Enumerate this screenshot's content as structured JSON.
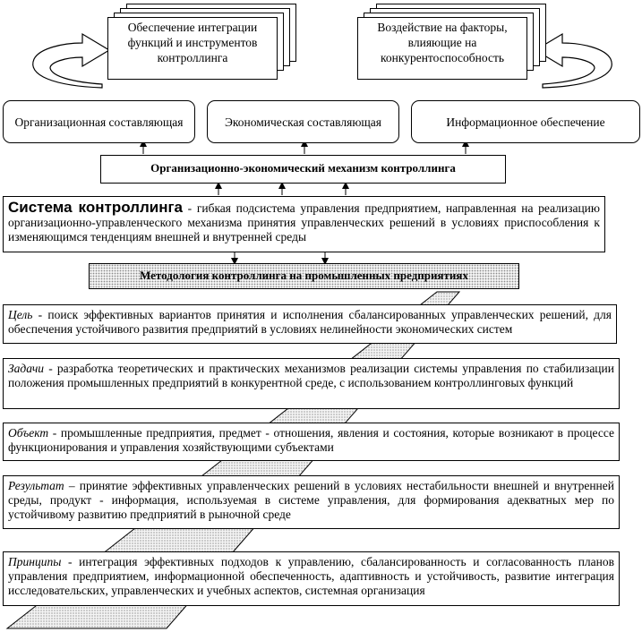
{
  "top_docs": [
    {
      "text": "Обеспечение интеграции функций и инструментов контроллинга"
    },
    {
      "text": "Воздействие на факторы, влияющие на конкурентоспособность"
    }
  ],
  "components": [
    {
      "label": "Организационная составляющая"
    },
    {
      "label": "Экономическая составляющая"
    },
    {
      "label": "Информационное обеспечение"
    }
  ],
  "mechanism": {
    "label": "Организационно-экономический механизм контроллинга"
  },
  "system": {
    "heading": "Система контроллинга",
    "text": " - гибкая подсистема управления предприятием, направленная на реализацию организационно-управленческого механизма принятия управленческих решений в условиях приспособления к изменяющимся тенденциям внешней и внутренней среды"
  },
  "methodology": {
    "label": "Методология контроллинга на промышленных предприятиях"
  },
  "items": [
    {
      "term": "Цель",
      "text": " - поиск эффективных вариантов принятия и исполнения сбалансированных управленческих решений, для обеспечения устойчивого развития предприятий в условиях нелинейности экономических систем"
    },
    {
      "term": "Задачи",
      "text": " - разработка теоретических и практических механизмов реализации системы управления по стабилизации положения промышленных предприятий в конкурентной среде, с использованием контроллинговых функций"
    },
    {
      "term": "Объект",
      "text": " - промышленные предприятия, предмет - отношения, явления и состояния, которые возникают в процессе функционирования и управления хозяйствующими субъектами"
    },
    {
      "term": "Результат",
      "text": " – принятие эффективных управленческих решений в условиях нестабильности внешней и внутренней среды, продукт - информация, используемая в системе управления, для формирования адекватных мер по устойчивому развитию предприятий в рыночной среде"
    },
    {
      "term": "Принципы",
      "text": " - интеграция эффективных подходов к управлению, сбалансированность и согласованность планов управления предприятием, информационной обеспеченность, адаптивность и устойчивость, развитие интеграция исследовательских, управленческих и учебных аспектов, системная организация"
    }
  ]
}
